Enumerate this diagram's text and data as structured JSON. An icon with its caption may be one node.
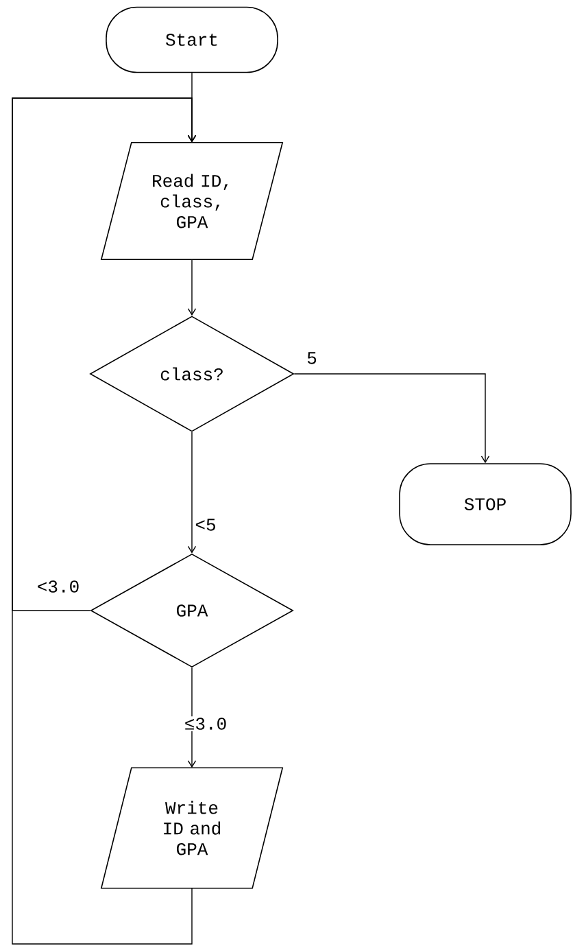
{
  "diagram": {
    "nodes": [
      {
        "text": [
          "Start"
        ]
      },
      {
        "text": [
          "Read ID, class, GPA"
        ]
      },
      {
        "text": [
          "class?"
        ]
      },
      {
        "text": [
          "STOP"
        ]
      },
      {
        "text": [
          "GPA"
        ]
      },
      {
        "text": [
          "Write ID and GPA"
        ]
      }
    ],
    "edges": [
      {
        "from": 0,
        "to": 1,
        "arrow": "to"
      },
      {
        "from": 1,
        "to": 2,
        "arrow": "to"
      },
      {
        "from": 2,
        "to": 3,
        "arrow": "to",
        "label": "5"
      },
      {
        "from": 2,
        "to": 4,
        "arrow": "to",
        "label": "<5"
      },
      {
        "from": 4,
        "to": 1,
        "arrow": "to",
        "label": "<3.0"
      },
      {
        "from": 5,
        "to": 1,
        "arrow": "to"
      },
      {
        "from": 4,
        "to": 5,
        "arrow": "to",
        "label": "≤3.0"
      }
    ]
  }
}
